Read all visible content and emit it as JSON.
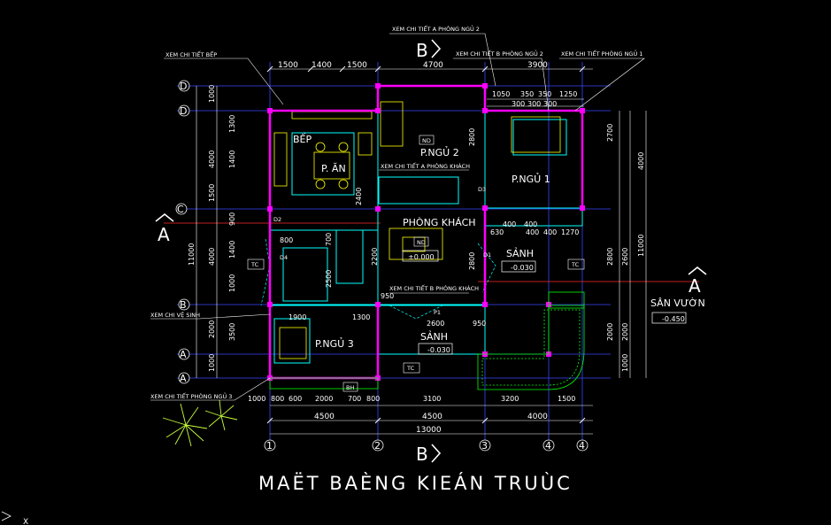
{
  "drawing": {
    "title": "MAËT BAÈNG KIEÁN TRUÙC",
    "section_marks": {
      "b_top": "B",
      "b_bottom": "B",
      "a_left": "A",
      "a_right": "A"
    }
  },
  "notes": {
    "bep": "XEM CHI TIẾT BẾP",
    "png2_a": "XEM CHI TIẾT A PHÒNG NGỦ 2",
    "png2_b": "XEM CHI TIẾT B PHÒNG NGỦ 2",
    "png1": "XEM CHI TIẾT PHÒNG NGỦ 1",
    "pk_a": "XEM CHI TIẾT A PHÒNG KHÁCH",
    "pk_b": "XEM CHI TIẾT B PHÒNG KHÁCH",
    "vs": "XEM CHI VỆ SINH",
    "png3": "XEM CHI TIẾT PHÒNG NGỦ 3"
  },
  "rooms": {
    "bep": "BẾP",
    "an": "P. ĂN",
    "ngu2": "P.NGỦ 2",
    "ngu1": "P.NGỦ 1",
    "khach": "PHÒNG KHÁCH",
    "sanh_right": "SẢNH",
    "sanh_bottom": "SẢNH",
    "ngu3": "P.NGỦ 3",
    "san_vuon": "SÂN VƯỜN"
  },
  "levels": {
    "khach": "±0.000",
    "sanh_right": "-0.030",
    "sanh_bottom": "-0.030",
    "san_vuon": "-0.450"
  },
  "tags": {
    "tc1": "TC",
    "tc2": "TC",
    "tc3": "TC",
    "nd1": "ND",
    "nd2": "ND",
    "bh": "BH",
    "d1": "D1",
    "d2": "D2",
    "d3": "D3",
    "d4": "D4",
    "p1": "P1"
  },
  "dims_top": {
    "row1": [
      "1500",
      "1400",
      "1500",
      "4700",
      "3900"
    ],
    "row2": [
      "1050",
      "350",
      "350",
      "1250"
    ],
    "row3": [
      "300",
      "300",
      "300"
    ]
  },
  "dims_bottom": {
    "row1": [
      "1000",
      "800",
      "600",
      "2000",
      "700",
      "800",
      "3100",
      "3200",
      "1500"
    ],
    "row2": [
      "4500",
      "4500",
      "4000"
    ],
    "total": "13000"
  },
  "dims_left": {
    "outer": [
      "1000",
      "4000",
      "1500",
      "4000",
      "2000",
      "1000"
    ],
    "total": "11000",
    "mid": [
      "1300",
      "1400",
      "900",
      "1400",
      "1000",
      "3500"
    ]
  },
  "dims_right": {
    "outer": [
      "4000",
      "2600",
      "2000",
      "1000"
    ],
    "total": "11000",
    "inner": [
      "2700",
      "2800",
      "2000"
    ]
  },
  "dims_misc": {
    "a": "400",
    "b": "400",
    "c": "400",
    "d": "400",
    "e": "1270",
    "f": "630",
    "g": "800",
    "h": "700",
    "i": "2500",
    "j": "2200",
    "k": "1900",
    "l": "1300",
    "m": "950",
    "n": "2600",
    "o": "950",
    "p": "2800",
    "q": "2800",
    "r": "2400"
  },
  "axes": {
    "cols": [
      "1",
      "2",
      "3",
      "4",
      "4"
    ],
    "rows": [
      "D",
      "D",
      "C",
      "B",
      "A",
      "A"
    ]
  },
  "cursor": {
    "label": "X"
  },
  "colors": {
    "wall": "#ff00ff",
    "dim": "#ffffff",
    "axis": "#3a46ff",
    "cyan": "#00ffff",
    "green": "#00ff00",
    "yellow": "#ffff00",
    "red": "#ff2a2a",
    "orange": "#ff8a2a",
    "tree": "#c8ff3a"
  }
}
